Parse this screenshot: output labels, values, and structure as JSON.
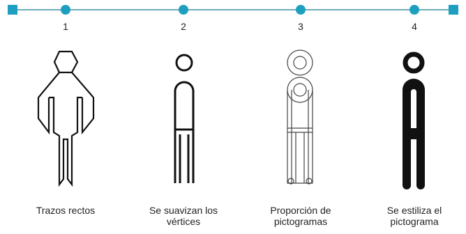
{
  "colors": {
    "timeline": "#3f8fa6",
    "node": "#1f9fc0",
    "endpoint": "#1f9fc0",
    "figure": "#111111",
    "guide": "#555555"
  },
  "steps": [
    {
      "number": "1",
      "caption": "Trazos rectos",
      "icon": "angular-figure-icon"
    },
    {
      "number": "2",
      "caption": "Se suavizan los vértices",
      "icon": "rounded-figure-icon"
    },
    {
      "number": "3",
      "caption": "Proporción de pictogramas",
      "icon": "proportion-guide-figure-icon"
    },
    {
      "number": "4",
      "caption": "Se estiliza el pictograma",
      "icon": "stylized-figure-icon"
    }
  ]
}
